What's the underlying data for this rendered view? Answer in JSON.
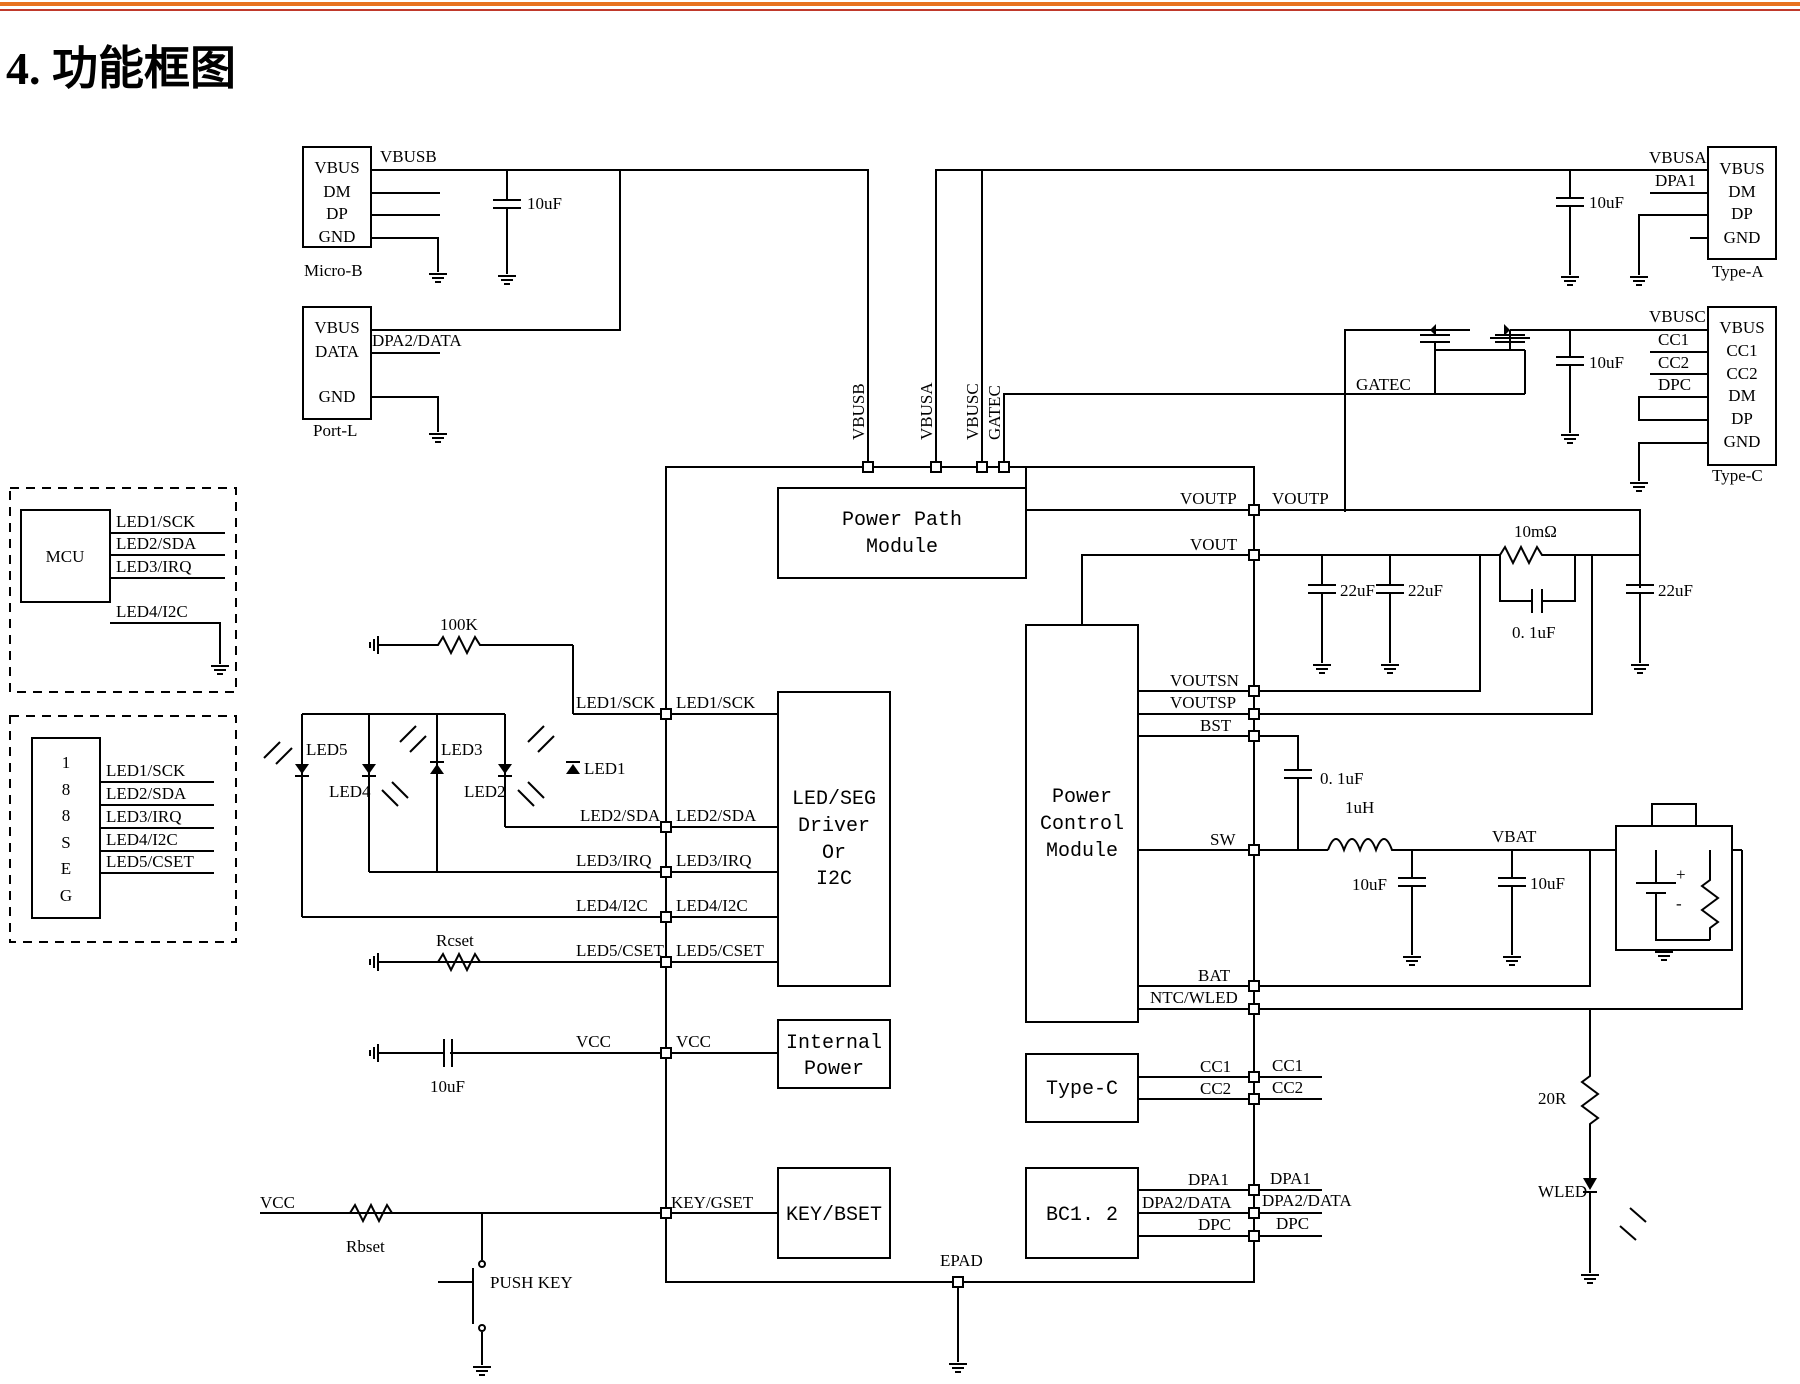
{
  "header": {
    "title": "4.  功能框图",
    "rule_colors": [
      "#e8731f",
      "#c0392b"
    ]
  },
  "connectors": {
    "micro_b": {
      "pins": [
        "VBUS",
        "DM",
        "DP",
        "GND"
      ],
      "name": "Micro-B",
      "net": "VBUSB",
      "cap": "10uF"
    },
    "port_l": {
      "pins": [
        "VBUS",
        "DATA",
        "GND"
      ],
      "name": "Port-L",
      "net": "DPA2/DATA"
    },
    "type_a": {
      "pins": [
        "VBUS",
        "DM",
        "DP",
        "GND"
      ],
      "name": "Type-A",
      "net_vbus": "VBUSA",
      "net_dp": "DPA1",
      "cap": "10uF"
    },
    "type_c": {
      "pins": [
        "VBUS",
        "CC1",
        "CC2",
        "DM",
        "DP",
        "GND"
      ],
      "name": "Type-C",
      "nets": [
        "VBUSC",
        "CC1",
        "CC2",
        "DPC"
      ],
      "cap": "10uF",
      "gate": "GATEC"
    }
  },
  "mcu": {
    "name": "MCU",
    "pins": [
      "LED1/SCK",
      "LED2/SDA",
      "LED3/IRQ",
      "LED4/I2C"
    ]
  },
  "seg": {
    "name": [
      "1",
      "8",
      "8",
      "S",
      "E",
      "G"
    ],
    "pins": [
      "LED1/SCK",
      "LED2/SDA",
      "LED3/IRQ",
      "LED4/I2C",
      "LED5/CSET"
    ]
  },
  "top_pins": [
    "VBUSB",
    "VBUSA",
    "VBUSC",
    "GATEC"
  ],
  "blocks": {
    "power_path": [
      "Power Path",
      "Module"
    ],
    "led_driver": [
      "LED/SEG",
      "Driver",
      "Or",
      "I2C"
    ],
    "internal_power": [
      "Internal",
      "Power"
    ],
    "key_bset": "KEY/BSET",
    "power_control": [
      "Power",
      "Control",
      "Module"
    ],
    "type_c": "Type-C",
    "bc12": "BC1. 2"
  },
  "left_pins": {
    "outer": [
      "LED1/SCK",
      "LED2/SDA",
      "LED3/IRQ",
      "LED4/I2C",
      "LED5/CSET",
      "VCC",
      "KEY/GSET"
    ],
    "inner": [
      "LED1/SCK",
      "LED2/SDA",
      "LED3/IRQ",
      "LED4/I2C",
      "LED5/CSET",
      "VCC"
    ]
  },
  "right_pins": {
    "inner": [
      "VOUTP",
      "VOUT",
      "VOUTSN",
      "VOUTSP",
      "BST",
      "SW",
      "BAT",
      "NTC/WLED",
      "CC1",
      "CC2",
      "DPA1",
      "DPA2/DATA",
      "DPC"
    ],
    "outer": [
      "VOUTP",
      "CC1",
      "CC2",
      "DPA1",
      "DPA2/DATA",
      "DPC"
    ]
  },
  "components": {
    "r100k": "100K",
    "rcset": "Rcset",
    "vcc_cap": "10uF",
    "vcc_in": "VCC",
    "rbset": "Rbset",
    "push_key": "PUSH KEY",
    "leds": [
      "LED5",
      "LED4",
      "LED3",
      "LED2",
      "LED1"
    ],
    "out_caps": [
      "22uF",
      "22uF",
      "22uF"
    ],
    "sense_r": "10mΩ",
    "sense_cap": "0. 1uF",
    "bst_cap": "0. 1uF",
    "inductor": "1uH",
    "vbat": "VBAT",
    "bat_caps": [
      "10uF",
      "10uF"
    ],
    "r20": "20R",
    "wled": "WLED",
    "epad": "EPAD"
  }
}
